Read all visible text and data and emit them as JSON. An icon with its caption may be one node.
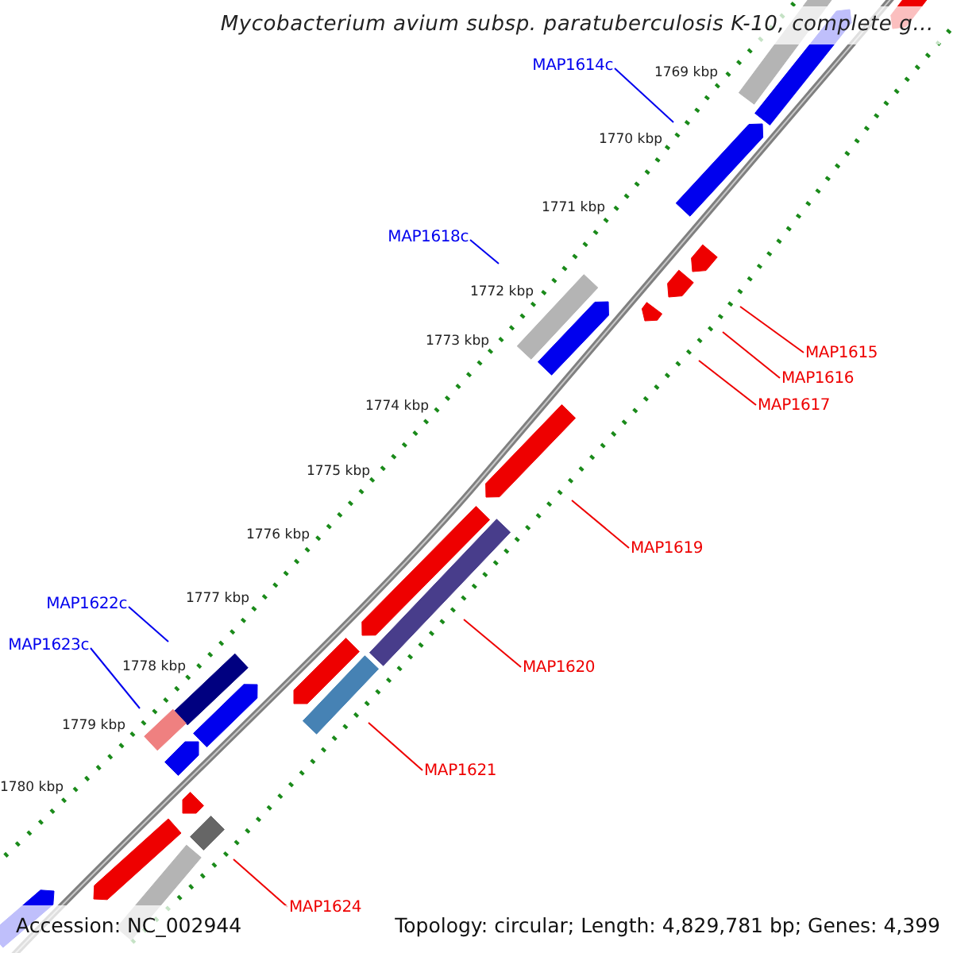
{
  "diagram": {
    "title": "Mycobacterium avium subsp. paratuberculosis K-10, complete g...",
    "nodes": [
      {
        "text": [
          "MAP1614c"
        ]
      },
      {
        "text": [
          "MAP1618c"
        ]
      },
      {
        "text": [
          "MAP1615"
        ]
      },
      {
        "text": [
          "MAP1616"
        ]
      },
      {
        "text": [
          "MAP1617"
        ]
      },
      {
        "text": [
          "MAP1619"
        ]
      },
      {
        "text": [
          "MAP1622c"
        ]
      },
      {
        "text": [
          "MAP1623c"
        ]
      },
      {
        "text": [
          "MAP1620"
        ]
      },
      {
        "text": [
          "MAP1621"
        ]
      },
      {
        "text": [
          "MAP1624"
        ]
      }
    ],
    "edges": [
      {
        "from": 0,
        "to": null,
        "arrow": "none",
        "color": "#0000ee"
      },
      {
        "from": 1,
        "to": null,
        "arrow": "none",
        "color": "#0000ee"
      },
      {
        "from": 2,
        "to": null,
        "arrow": "none"
      },
      {
        "from": 3,
        "to": null,
        "arrow": "none"
      },
      {
        "from": 4,
        "to": null,
        "arrow": "none"
      },
      {
        "from": 5,
        "to": null,
        "arrow": "none"
      },
      {
        "from": 6,
        "to": null,
        "arrow": "none",
        "color": "#0000ee"
      },
      {
        "from": 7,
        "to": null,
        "arrow": "none",
        "color": "#0000ee"
      },
      {
        "from": 8,
        "to": null,
        "arrow": "none"
      },
      {
        "from": 9,
        "to": null,
        "arrow": "none"
      },
      {
        "from": 10,
        "to": null,
        "arrow": "none"
      }
    ],
    "labels": [
      "1769 kbp",
      "1770 kbp",
      "1771 kbp",
      "1772 kbp",
      "1773 kbp",
      "1774 kbp",
      "1775 kbp",
      "1776 kbp",
      "1777 kbp",
      "1778 kbp",
      "1779 kbp",
      "1780 kbp",
      "Accession: NC_002944",
      "Topology: circular; Length: 4,829,781 bp; Genes: 4,399"
    ]
  }
}
